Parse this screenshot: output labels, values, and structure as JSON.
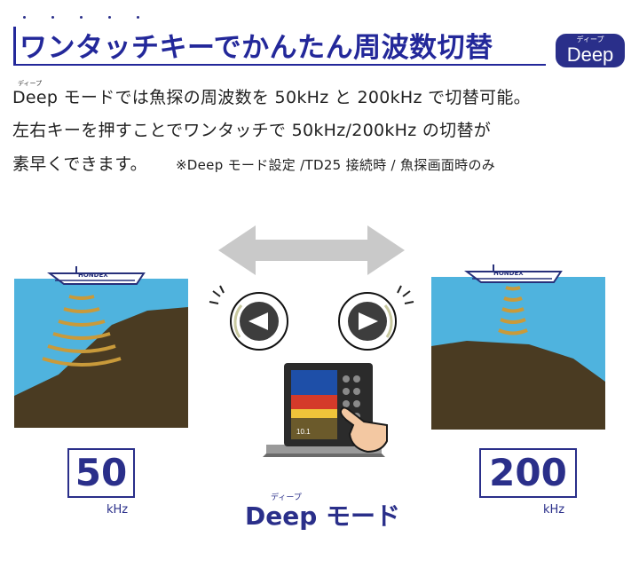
{
  "header": {
    "title": "ワンタッチキーでかんたん周波数切替",
    "badge_ruby": "ディープ",
    "badge_label": "Deep"
  },
  "description": {
    "line1": "Deep モードでは魚探の周波数を 50kHz と 200kHz で切替可能。",
    "line2": "左右キーを押すことでワンタッチで 50kHz/200kHz の切替が",
    "line3": "素早くできます。",
    "note": "※Deep モード設定 /TD25 接続時 / 魚探画面時のみ",
    "ruby": "ディープ"
  },
  "left_scene": {
    "boat_brand": "HONDEX",
    "frequency": "50",
    "unit": "kHz"
  },
  "right_scene": {
    "boat_brand": "HONDEX",
    "frequency": "200",
    "unit": "kHz"
  },
  "device": {
    "screen_depth": "10.1"
  },
  "mode": {
    "ruby": "ディープ",
    "label": "Deep モード"
  },
  "colors": {
    "brand_navy": "#2a2f8a",
    "water": "#4fb3de",
    "seabed": "#4a3b22",
    "sonar_wave": "#c99a3a"
  },
  "icons": [
    "left-arrow-key-icon",
    "right-arrow-key-icon",
    "double-arrow-icon",
    "hand-icon"
  ]
}
